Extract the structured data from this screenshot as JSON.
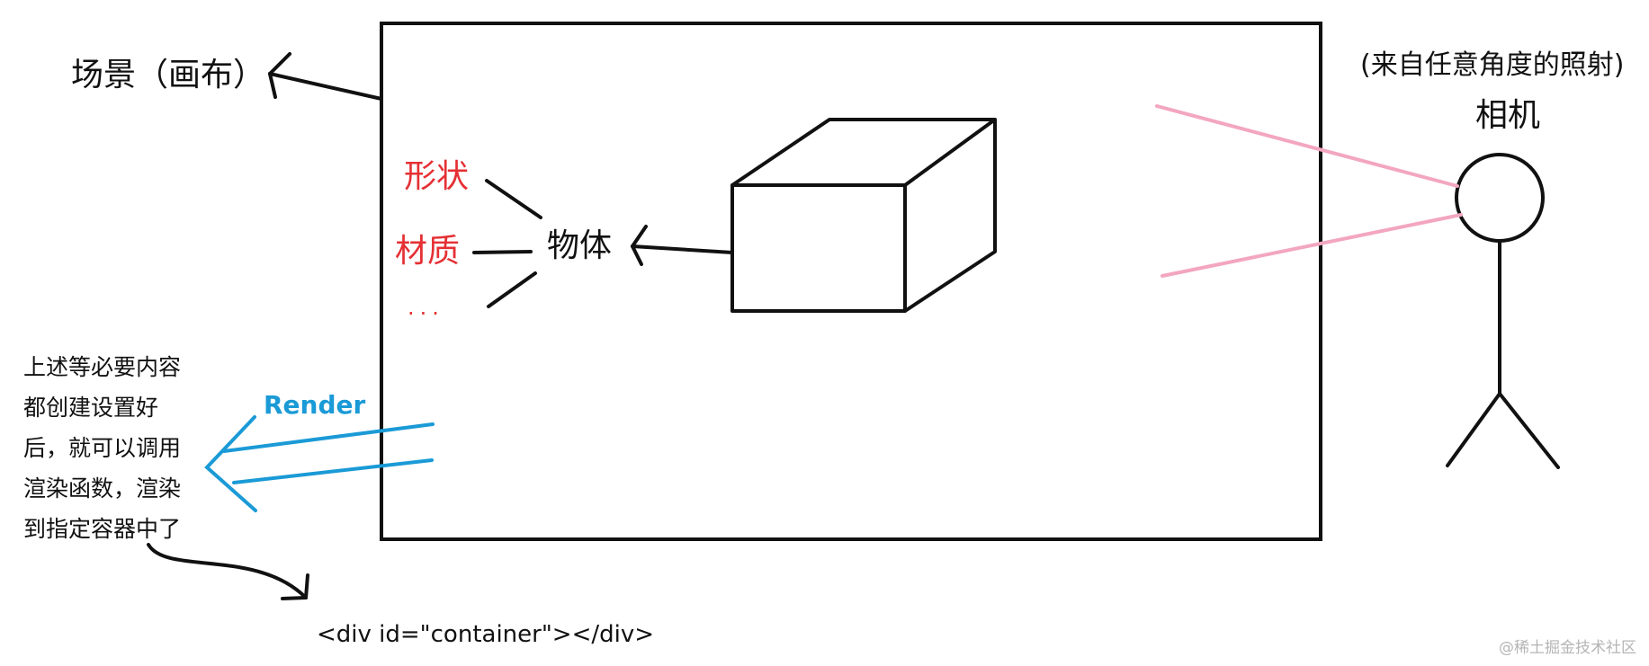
{
  "labels": {
    "scene": "场景（画布）",
    "camera_note": "(来自任意角度的照射)",
    "camera": "相机",
    "object": "物体",
    "shape": "形状",
    "material": "材质",
    "ellipsis": "...",
    "render": "Render",
    "container_code": "<div id=\"container\"></div>"
  },
  "note_lines": [
    "上述等必要内容",
    "都创建设置好",
    "后，就可以调用",
    "渲染函数，渲染",
    "到指定容器中了"
  ],
  "watermark": "@稀土掘金技术社区",
  "colors": {
    "ink": "#111111",
    "property_red": "#e53034",
    "render_blue": "#1a9ad6",
    "ray_pink": "#f3a6bf"
  }
}
